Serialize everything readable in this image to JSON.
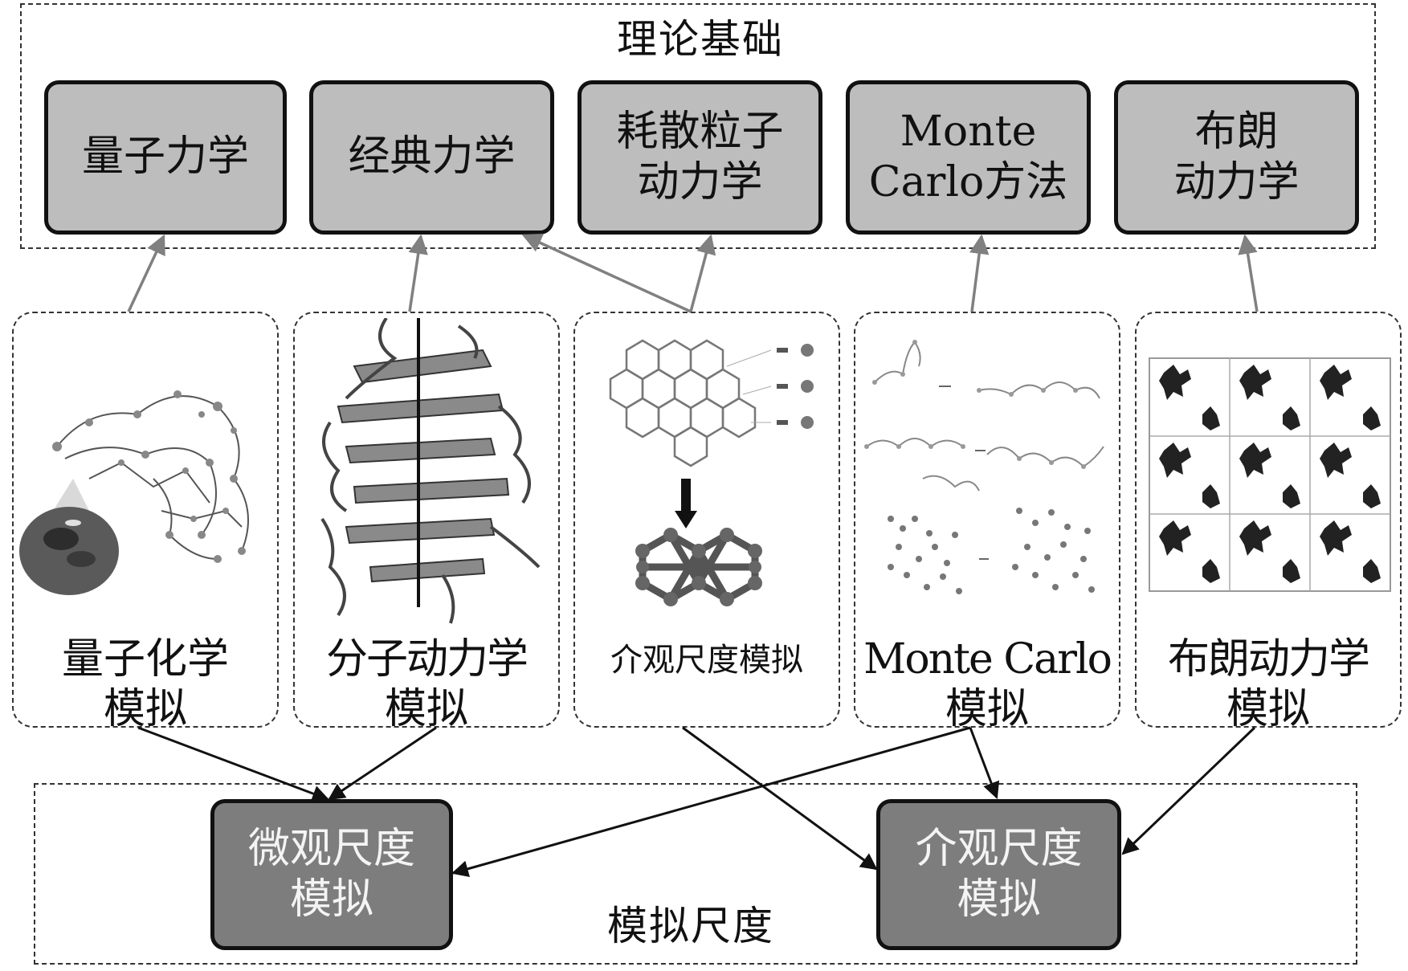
{
  "theory": {
    "title": "理论基础",
    "boxes": [
      {
        "id": "quantum-mechanics",
        "lines": [
          "量子力学"
        ]
      },
      {
        "id": "classical-mechanics",
        "lines": [
          "经典力学"
        ]
      },
      {
        "id": "dpd",
        "lines": [
          "耗散粒子",
          "动力学"
        ]
      },
      {
        "id": "monte-carlo-method",
        "lines": [
          "Monte",
          "Carlo方法"
        ]
      },
      {
        "id": "brownian-dynamics",
        "lines": [
          "布朗",
          "动力学"
        ]
      }
    ]
  },
  "methods": [
    {
      "id": "quantum-chemistry",
      "lines": [
        "量子化学",
        "模拟"
      ],
      "image": "molecule-with-orbital-image"
    },
    {
      "id": "molecular-dynamics",
      "lines": [
        "分子动力学",
        "模拟"
      ],
      "image": "molecular-dynamics-structure-image"
    },
    {
      "id": "mesoscale",
      "lines": [
        "介观尺度模拟"
      ],
      "image": "coarse-graining-lattice-image"
    },
    {
      "id": "monte-carlo",
      "lines": [
        "Monte Carlo",
        "模拟"
      ],
      "image": "polymer-chain-sampling-image"
    },
    {
      "id": "brownian",
      "lines": [
        "布朗动力学",
        "模拟"
      ],
      "image": "brownian-particles-grid-image"
    }
  ],
  "scale": {
    "title": "模拟尺度",
    "boxes": [
      {
        "id": "microscale",
        "lines": [
          "微观尺度",
          "模拟"
        ]
      },
      {
        "id": "mesoscale-sim",
        "lines": [
          "介观尺度",
          "模拟"
        ]
      }
    ]
  },
  "edges": [
    {
      "from": "quantum-chemistry",
      "to": "quantum-mechanics"
    },
    {
      "from": "molecular-dynamics",
      "to": "classical-mechanics"
    },
    {
      "from": "mesoscale",
      "to": "classical-mechanics"
    },
    {
      "from": "mesoscale",
      "to": "dpd"
    },
    {
      "from": "monte-carlo",
      "to": "monte-carlo-method"
    },
    {
      "from": "brownian",
      "to": "brownian-dynamics"
    },
    {
      "from": "quantum-chemistry",
      "to": "microscale"
    },
    {
      "from": "molecular-dynamics",
      "to": "microscale"
    },
    {
      "from": "mesoscale",
      "to": "mesoscale-sim"
    },
    {
      "from": "monte-carlo",
      "to": "microscale"
    },
    {
      "from": "monte-carlo",
      "to": "mesoscale-sim"
    },
    {
      "from": "brownian",
      "to": "mesoscale-sim"
    }
  ],
  "colors": {
    "theory_fill": "#bdbdbd",
    "scale_fill": "#7d7d7d",
    "upward_arrow": "#808080",
    "downward_arrow": "#111111"
  }
}
